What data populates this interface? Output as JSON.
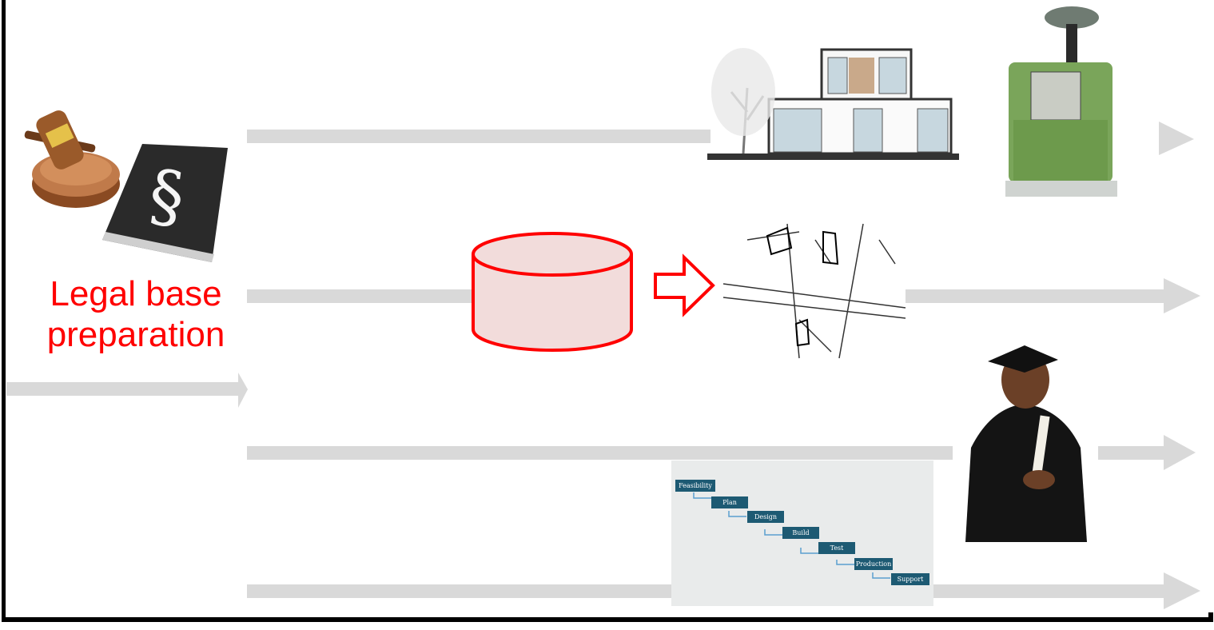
{
  "legal_label": {
    "line1": "Legal base",
    "line2": "preparation"
  },
  "waterfall": {
    "steps": [
      "Feasibility",
      "Plan",
      "Design",
      "Build",
      "Test",
      "Production",
      "Support"
    ]
  },
  "colors": {
    "arrow": "#d9d9d9",
    "accent_red": "#ff0000",
    "db_fill": "#f2dcdb",
    "waterfall_step": "#1d5a73",
    "frame": "#000000"
  },
  "icons": [
    "gavel-icon",
    "law-book-icon",
    "database-icon",
    "house-illustration",
    "gnss-receiver-icon",
    "cadastral-map",
    "graduate-photo",
    "waterfall-chart"
  ]
}
